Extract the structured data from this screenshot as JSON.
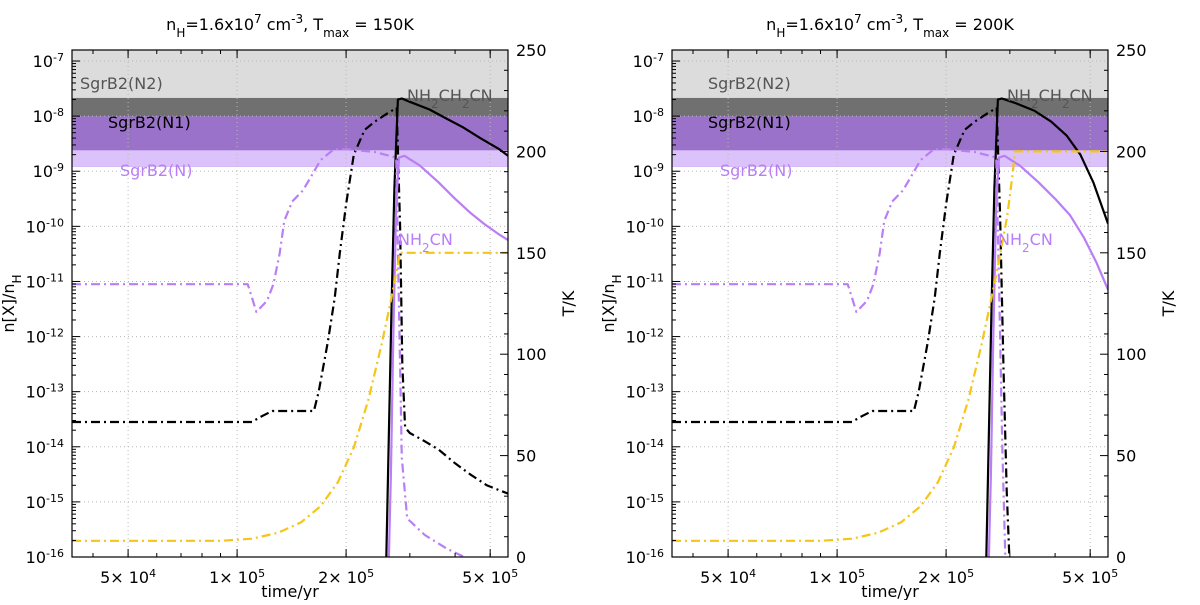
{
  "chart_data": [
    {
      "type": "line",
      "title_parts": {
        "a": "n",
        "a_sub": "H",
        "b": "=1.6x10",
        "b_sup": "7",
        "c": " cm",
        "c_sup": "-3",
        "d": ", T",
        "d_sub": "max",
        "e": " = 150K"
      },
      "xlabel": "time/yr",
      "ylabel_parts": {
        "a": "n[X]/n",
        "a_sub": "H"
      },
      "y2label": "T/K",
      "xscale": "log",
      "xlim": [
        35000,
        560000
      ],
      "ylim_log10": [
        -16,
        -6.8
      ],
      "y2lim": [
        0,
        250
      ],
      "xticks": [
        {
          "v": 50000,
          "mant": "5× 10",
          "exp": "4"
        },
        {
          "v": 100000,
          "mant": "1× 10",
          "exp": "5"
        },
        {
          "v": 200000,
          "mant": "2× 10",
          "exp": "5"
        },
        {
          "v": 500000,
          "mant": "5× 10",
          "exp": "5"
        }
      ],
      "yticks_exp": [
        "-7",
        "-8",
        "-9",
        "-10",
        "-11",
        "-12",
        "-13",
        "-14",
        "-15",
        "-16"
      ],
      "y2ticks": [
        "0",
        "50",
        "100",
        "150",
        "200",
        "250"
      ],
      "grid": true,
      "bands": [
        {
          "label": "SgrB2(N2)",
          "range_log10": [
            -7.79,
            -6.72
          ],
          "color": "#dcdcdc",
          "text_color": "#555555"
        },
        {
          "label": "SgrB2(N1)",
          "range_log10": [
            -8.33,
            -7.67
          ],
          "color": "#707070",
          "text_color": "#000000"
        },
        {
          "label": "SgrB2(N)",
          "range_log10": [
            -8.92,
            -8.0
          ],
          "color": "#9b72c9",
          "text_color": "#b97ef5"
        }
      ],
      "series_labels": [
        {
          "parts": {
            "a": "NH",
            "a_sub": "2",
            "b": "CH",
            "b_sub": "2",
            "c": "CN"
          },
          "color": "#555555"
        },
        {
          "parts": {
            "a": "NH",
            "a_sub": "2",
            "b": "CN"
          },
          "color": "#b97ef5"
        }
      ],
      "series": [
        {
          "id": "nh2ch2cn_gas",
          "color": "#000000",
          "dash": "solid",
          "axis": "left",
          "points": [
            [
              258000,
              -16.2
            ],
            [
              262000,
              -14
            ],
            [
              267000,
              -11.5
            ],
            [
              272000,
              -9.3
            ],
            [
              278000,
              -7.7
            ],
            [
              285000,
              -7.68
            ],
            [
              300000,
              -7.74
            ],
            [
              340000,
              -7.88
            ],
            [
              380000,
              -8.05
            ],
            [
              420000,
              -8.2
            ],
            [
              470000,
              -8.4
            ],
            [
              530000,
              -8.6
            ],
            [
              560000,
              -8.72
            ]
          ]
        },
        {
          "id": "nh2ch2cn_ice",
          "color": "#000000",
          "dash": "dashdot",
          "axis": "left",
          "points": [
            [
              35000,
              -13.55
            ],
            [
              110000,
              -13.55
            ],
            [
              115000,
              -13.47
            ],
            [
              125000,
              -13.35
            ],
            [
              140000,
              -13.35
            ],
            [
              163000,
              -13.35
            ],
            [
              168000,
              -13.0
            ],
            [
              178000,
              -12.1
            ],
            [
              186000,
              -11.3
            ],
            [
              192000,
              -10.5
            ],
            [
              200000,
              -9.6
            ],
            [
              210000,
              -8.7
            ],
            [
              225000,
              -8.25
            ],
            [
              240000,
              -8.1
            ],
            [
              260000,
              -7.95
            ],
            [
              276000,
              -7.85
            ],
            [
              282000,
              -10.0
            ],
            [
              286000,
              -12.5
            ],
            [
              291000,
              -13.65
            ],
            [
              300000,
              -13.75
            ],
            [
              330000,
              -13.9
            ],
            [
              360000,
              -14.05
            ],
            [
              400000,
              -14.3
            ],
            [
              440000,
              -14.5
            ],
            [
              490000,
              -14.7
            ],
            [
              560000,
              -14.85
            ]
          ]
        },
        {
          "id": "nh2cn_gas",
          "color": "#b97ef5",
          "dash": "solid",
          "axis": "left",
          "points": [
            [
              262000,
              -16.2
            ],
            [
              266000,
              -14.5
            ],
            [
              270000,
              -12.0
            ],
            [
              275000,
              -9.6
            ],
            [
              280000,
              -8.75
            ],
            [
              290000,
              -8.72
            ],
            [
              320000,
              -8.9
            ],
            [
              360000,
              -9.2
            ],
            [
              400000,
              -9.5
            ],
            [
              440000,
              -9.75
            ],
            [
              480000,
              -9.95
            ],
            [
              530000,
              -10.15
            ],
            [
              560000,
              -10.25
            ]
          ]
        },
        {
          "id": "nh2cn_ice",
          "color": "#b97ef5",
          "dash": "dashdot",
          "axis": "left",
          "points": [
            [
              35000,
              -11.05
            ],
            [
              107000,
              -11.05
            ],
            [
              110000,
              -11.3
            ],
            [
              113000,
              -11.55
            ],
            [
              117000,
              -11.45
            ],
            [
              121000,
              -11.35
            ],
            [
              126000,
              -11.05
            ],
            [
              131000,
              -10.5
            ],
            [
              135000,
              -9.9
            ],
            [
              142000,
              -9.55
            ],
            [
              152000,
              -9.35
            ],
            [
              160000,
              -9.1
            ],
            [
              170000,
              -8.8
            ],
            [
              185000,
              -8.6
            ],
            [
              200000,
              -8.6
            ],
            [
              240000,
              -8.65
            ],
            [
              275000,
              -8.75
            ],
            [
              280000,
              -11.5
            ],
            [
              285000,
              -14.2
            ],
            [
              295000,
              -15.3
            ],
            [
              330000,
              -15.6
            ],
            [
              380000,
              -15.85
            ],
            [
              440000,
              -16.05
            ],
            [
              480000,
              -16.2
            ]
          ]
        },
        {
          "id": "temperature",
          "color": "#f5c518",
          "dash": "dashdot",
          "axis": "right",
          "points": [
            [
              35000,
              8
            ],
            [
              60000,
              8
            ],
            [
              90000,
              8
            ],
            [
              110000,
              9
            ],
            [
              130000,
              12
            ],
            [
              150000,
              17
            ],
            [
              170000,
              25
            ],
            [
              190000,
              37
            ],
            [
              210000,
              54
            ],
            [
              230000,
              77
            ],
            [
              250000,
              104
            ],
            [
              265000,
              125
            ],
            [
              275000,
              140
            ],
            [
              282000,
              150
            ],
            [
              300000,
              150
            ],
            [
              400000,
              150
            ],
            [
              560000,
              150
            ]
          ]
        }
      ]
    },
    {
      "type": "line",
      "title_parts": {
        "a": "n",
        "a_sub": "H",
        "b": "=1.6x10",
        "b_sup": "7",
        "c": " cm",
        "c_sup": "-3",
        "d": ", T",
        "d_sub": "max",
        "e": " = 200K"
      },
      "xlabel": "time/yr",
      "ylabel_parts": {
        "a": "n[X]/n",
        "a_sub": "H"
      },
      "y2label": "T/K",
      "xscale": "log",
      "xlim": [
        35000,
        560000
      ],
      "ylim_log10": [
        -16,
        -6.8
      ],
      "y2lim": [
        0,
        250
      ],
      "xticks": [
        {
          "v": 50000,
          "mant": "5× 10",
          "exp": "4"
        },
        {
          "v": 100000,
          "mant": "1× 10",
          "exp": "5"
        },
        {
          "v": 200000,
          "mant": "2× 10",
          "exp": "5"
        },
        {
          "v": 500000,
          "mant": "5× 10",
          "exp": "5"
        }
      ],
      "yticks_exp": [
        "-7",
        "-8",
        "-9",
        "-10",
        "-11",
        "-12",
        "-13",
        "-14",
        "-15",
        "-16"
      ],
      "y2ticks": [
        "0",
        "50",
        "100",
        "150",
        "200",
        "250"
      ],
      "grid": true,
      "bands": [
        {
          "label": "SgrB2(N2)",
          "range_log10": [
            -7.79,
            -6.72
          ],
          "color": "#dcdcdc",
          "text_color": "#555555"
        },
        {
          "label": "SgrB2(N1)",
          "range_log10": [
            -8.33,
            -7.67
          ],
          "color": "#707070",
          "text_color": "#000000"
        },
        {
          "label": "SgrB2(N)",
          "range_log10": [
            -8.92,
            -8.0
          ],
          "color": "#9b72c9",
          "text_color": "#b97ef5"
        }
      ],
      "series_labels": [
        {
          "parts": {
            "a": "NH",
            "a_sub": "2",
            "b": "CH",
            "b_sub": "2",
            "c": "CN"
          },
          "color": "#555555"
        },
        {
          "parts": {
            "a": "NH",
            "a_sub": "2",
            "b": "CN"
          },
          "color": "#b97ef5"
        }
      ],
      "series": [
        {
          "id": "nh2ch2cn_gas",
          "color": "#000000",
          "dash": "solid",
          "axis": "left",
          "points": [
            [
              258000,
              -16.2
            ],
            [
              262000,
              -14
            ],
            [
              267000,
              -11.5
            ],
            [
              272000,
              -9.3
            ],
            [
              278000,
              -7.7
            ],
            [
              285000,
              -7.68
            ],
            [
              310000,
              -7.76
            ],
            [
              350000,
              -7.9
            ],
            [
              390000,
              -8.1
            ],
            [
              430000,
              -8.35
            ],
            [
              470000,
              -8.7
            ],
            [
              510000,
              -9.2
            ],
            [
              560000,
              -9.95
            ]
          ]
        },
        {
          "id": "nh2ch2cn_ice",
          "color": "#000000",
          "dash": "dashdot",
          "axis": "left",
          "points": [
            [
              35000,
              -13.55
            ],
            [
              110000,
              -13.55
            ],
            [
              115000,
              -13.47
            ],
            [
              125000,
              -13.35
            ],
            [
              140000,
              -13.35
            ],
            [
              163000,
              -13.35
            ],
            [
              168000,
              -13.0
            ],
            [
              178000,
              -12.1
            ],
            [
              186000,
              -11.3
            ],
            [
              192000,
              -10.5
            ],
            [
              200000,
              -9.6
            ],
            [
              210000,
              -8.7
            ],
            [
              225000,
              -8.25
            ],
            [
              240000,
              -8.1
            ],
            [
              260000,
              -7.95
            ],
            [
              276000,
              -7.85
            ],
            [
              282000,
              -9.8
            ],
            [
              288000,
              -12.5
            ],
            [
              294000,
              -14.8
            ],
            [
              300000,
              -16.2
            ]
          ]
        },
        {
          "id": "nh2cn_gas",
          "color": "#b97ef5",
          "dash": "solid",
          "axis": "left",
          "points": [
            [
              262000,
              -16.2
            ],
            [
              266000,
              -14.5
            ],
            [
              270000,
              -12.0
            ],
            [
              275000,
              -9.6
            ],
            [
              280000,
              -8.75
            ],
            [
              290000,
              -8.72
            ],
            [
              320000,
              -8.9
            ],
            [
              360000,
              -9.2
            ],
            [
              400000,
              -9.5
            ],
            [
              440000,
              -9.8
            ],
            [
              480000,
              -10.2
            ],
            [
              520000,
              -10.65
            ],
            [
              560000,
              -11.15
            ]
          ]
        },
        {
          "id": "nh2cn_ice",
          "color": "#b97ef5",
          "dash": "dashdot",
          "axis": "left",
          "points": [
            [
              35000,
              -11.05
            ],
            [
              107000,
              -11.05
            ],
            [
              110000,
              -11.3
            ],
            [
              113000,
              -11.55
            ],
            [
              117000,
              -11.45
            ],
            [
              121000,
              -11.35
            ],
            [
              126000,
              -11.05
            ],
            [
              131000,
              -10.5
            ],
            [
              135000,
              -9.9
            ],
            [
              142000,
              -9.55
            ],
            [
              152000,
              -9.35
            ],
            [
              160000,
              -9.1
            ],
            [
              170000,
              -8.8
            ],
            [
              185000,
              -8.6
            ],
            [
              200000,
              -8.6
            ],
            [
              240000,
              -8.65
            ],
            [
              275000,
              -8.75
            ],
            [
              280000,
              -11.0
            ],
            [
              286000,
              -14.0
            ],
            [
              292000,
              -16.2
            ]
          ]
        },
        {
          "id": "temperature",
          "color": "#f5c518",
          "dash": "dashdot",
          "axis": "right",
          "points": [
            [
              35000,
              8
            ],
            [
              60000,
              8
            ],
            [
              90000,
              8
            ],
            [
              110000,
              9
            ],
            [
              130000,
              12
            ],
            [
              150000,
              17
            ],
            [
              170000,
              25
            ],
            [
              190000,
              37
            ],
            [
              210000,
              54
            ],
            [
              230000,
              77
            ],
            [
              250000,
              104
            ],
            [
              265000,
              125
            ],
            [
              280000,
              146
            ],
            [
              295000,
              168
            ],
            [
              305000,
              188
            ],
            [
              310000,
              200
            ],
            [
              400000,
              200
            ],
            [
              560000,
              200
            ]
          ]
        }
      ]
    }
  ]
}
